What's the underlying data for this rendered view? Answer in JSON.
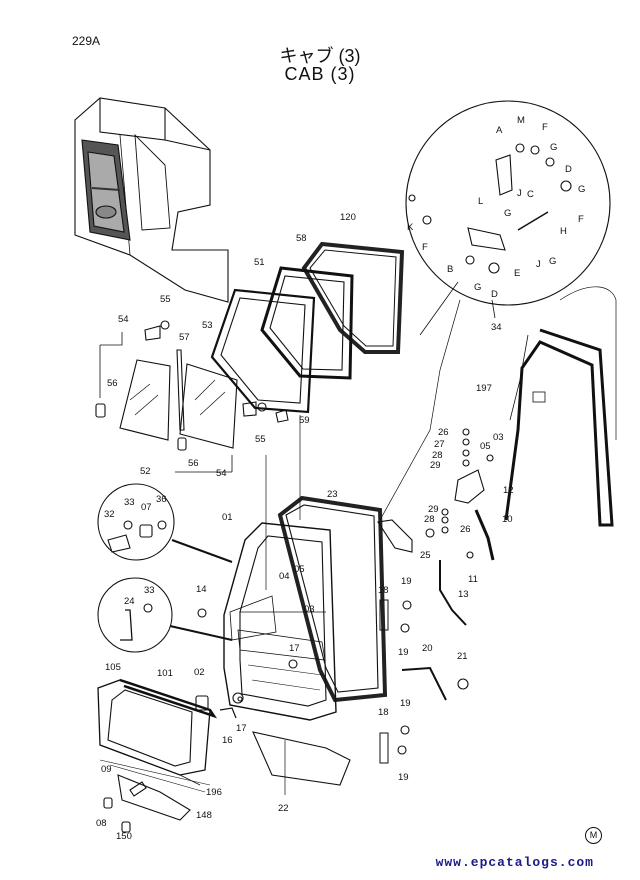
{
  "page_id": "229A",
  "title_jp": "キャブ (3)",
  "title_en": "CAB (3)",
  "footer_text": "www.epcatalogs.com",
  "footer_color": "#1b1b8a",
  "registered_mark": "M",
  "labels": {
    "l120": "120",
    "l58": "58",
    "l51": "51",
    "l53": "53",
    "l57": "57",
    "l54a": "54",
    "l55a": "55",
    "l56a": "56",
    "l52": "52",
    "l56b": "56",
    "l54b": "54",
    "l55b": "55",
    "l59": "59",
    "l34": "34",
    "lA": "A",
    "lM": "M",
    "lF1": "F",
    "lG1": "G",
    "lD1": "D",
    "lG2": "G",
    "lK": "K",
    "lL": "L",
    "lJ1": "J",
    "lC": "C",
    "lG3": "G",
    "lF2": "F",
    "lH": "H",
    "lF3": "F",
    "lB": "B",
    "lE": "E",
    "lJ2": "J",
    "lG4": "G",
    "lG5": "G",
    "lD2": "D",
    "l197": "197",
    "l26a": "26",
    "l27": "27",
    "l28a": "28",
    "l29a": "29",
    "l05a": "05",
    "l03a": "03",
    "l12": "12",
    "l29b": "29",
    "l28b": "28",
    "l26b": "26",
    "l10": "10",
    "l25": "25",
    "l11": "11",
    "l13": "13",
    "l23": "23",
    "l01": "01",
    "l04": "04",
    "l05b": "05",
    "l03b": "03",
    "l14": "14",
    "l18a": "18",
    "l19a": "19",
    "l19b": "19",
    "l20": "20",
    "l21": "21",
    "l02": "02",
    "l17a": "17",
    "l17b": "17",
    "l16": "16",
    "l18b": "18",
    "l19c": "19",
    "l19d": "19",
    "l22": "22",
    "l32": "32",
    "l33a": "33",
    "l07": "07",
    "l36": "36",
    "l24": "24",
    "l33b": "33",
    "l105": "105",
    "l101": "101",
    "l09": "09",
    "l196": "196",
    "l08": "08",
    "l148": "148",
    "l150": "150"
  }
}
